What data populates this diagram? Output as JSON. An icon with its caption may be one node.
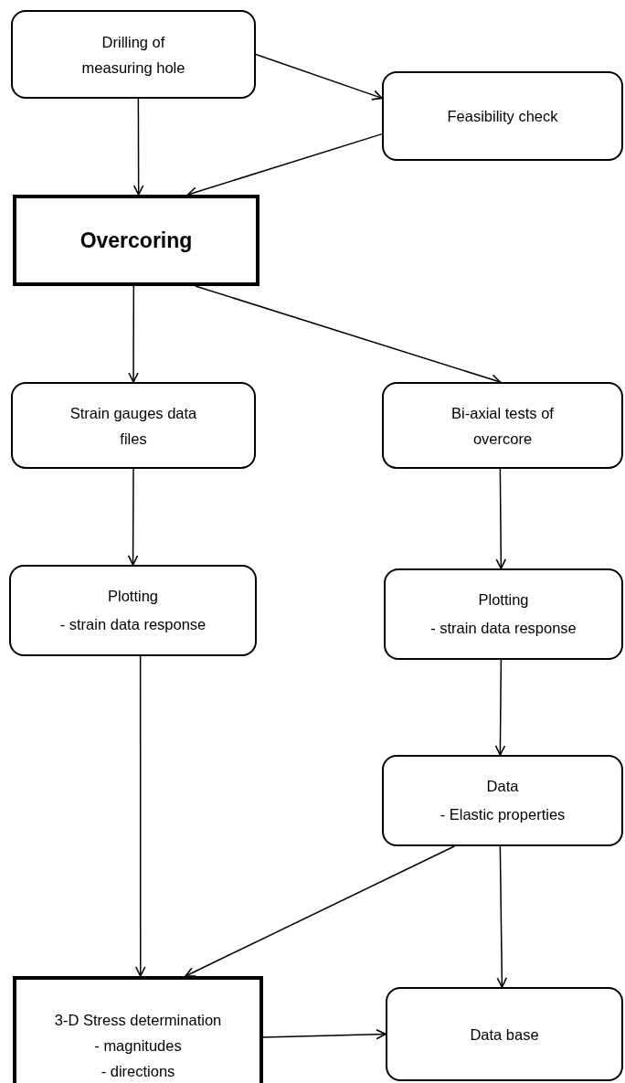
{
  "diagram": {
    "nodes": [
      {
        "text": [
          "Drilling of measuring hole"
        ]
      },
      {
        "text": [
          "Feasibility check"
        ]
      },
      {
        "text": [
          "Overcoring"
        ]
      },
      {
        "text": [
          "Strain gauges data files"
        ]
      },
      {
        "text": [
          "Bi-axial tests of overcore"
        ]
      },
      {
        "text": [
          "Plotting",
          "- strain data response"
        ]
      },
      {
        "text": [
          "Plotting",
          "- strain data response"
        ]
      },
      {
        "text": [
          "Data",
          "- Elastic properties"
        ]
      },
      {
        "text": [
          "3-D Stress determination",
          "- magnitudes",
          "- directions"
        ]
      },
      {
        "text": [
          "Data base"
        ]
      }
    ],
    "edges": [
      {
        "from": 0,
        "to": 1,
        "arrow": "to"
      },
      {
        "from": 0,
        "to": 2,
        "arrow": "to"
      },
      {
        "from": 1,
        "to": 2,
        "arrow": "to"
      },
      {
        "from": 2,
        "to": 3,
        "arrow": "to"
      },
      {
        "from": 2,
        "to": 4,
        "arrow": "to"
      },
      {
        "from": 3,
        "to": 5,
        "arrow": "to"
      },
      {
        "from": 4,
        "to": 6,
        "arrow": "to"
      },
      {
        "from": 5,
        "to": 8,
        "arrow": "to"
      },
      {
        "from": 6,
        "to": 7,
        "arrow": "to"
      },
      {
        "from": 7,
        "to": 8,
        "arrow": "to"
      },
      {
        "from": 7,
        "to": 9,
        "arrow": "to"
      },
      {
        "from": 8,
        "to": 9,
        "arrow": "to"
      }
    ]
  }
}
